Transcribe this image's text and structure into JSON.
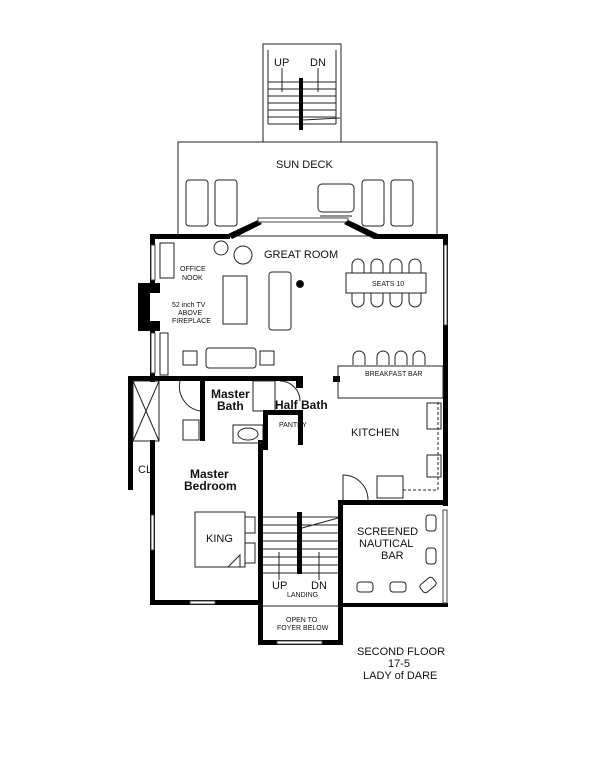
{
  "plan": {
    "title": "SECOND FLOOR",
    "plan_number": "17-5",
    "house_name": "LADY of DARE"
  },
  "rooms": {
    "sun_deck": "SUN DECK",
    "great_room": "GREAT ROOM",
    "office_nook_1": "OFFICE",
    "office_nook_2": "NOOK",
    "tv_1": "52 inch TV",
    "tv_2": "ABOVE",
    "tv_3": "FIREPLACE",
    "seats": "SEATS 10",
    "breakfast_bar": "BREAKFAST BAR",
    "master_bath_1": "Master",
    "master_bath_2": "Bath",
    "half_bath": "Half Bath",
    "pantry": "PANTRY",
    "kitchen": "KITCHEN",
    "closet": "CL",
    "master_bedroom_1": "Master",
    "master_bedroom_2": "Bedroom",
    "king": "KING",
    "screened_1": "SCREENED",
    "screened_2": "NAUTICAL",
    "screened_3": "BAR",
    "landing": "LANDING",
    "foyer_1": "OPEN TO",
    "foyer_2": "FOYER BELOW"
  },
  "stairs": {
    "top_up": "UP",
    "top_dn": "DN",
    "bottom_up": "UP",
    "bottom_dn": "DN"
  }
}
